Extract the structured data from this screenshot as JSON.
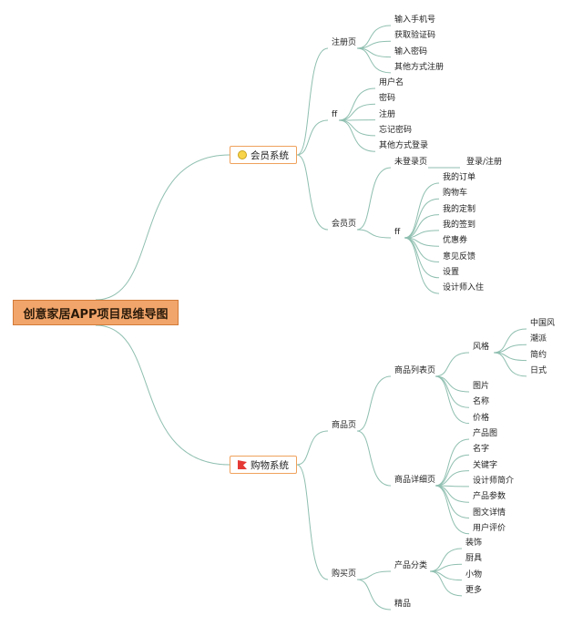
{
  "root": {
    "label": "创意家居APP项目思维导图"
  },
  "colors": {
    "root_fill": "#f2a56a",
    "topic_border": "#f0a15c",
    "connector": "#8fbfb0"
  },
  "topics": [
    {
      "label": "会员系统",
      "icon": "lightbulb-icon",
      "children": [
        {
          "label": "注册页",
          "children": [
            {
              "label": "输入手机号"
            },
            {
              "label": "获取验证码"
            },
            {
              "label": "输入密码"
            },
            {
              "label": "其他方式注册"
            }
          ]
        },
        {
          "label": "ff",
          "children": [
            {
              "label": "用户名"
            },
            {
              "label": "密码"
            },
            {
              "label": "注册"
            },
            {
              "label": "忘记密码"
            },
            {
              "label": "其他方式登录"
            }
          ]
        },
        {
          "label": "会员页",
          "children": [
            {
              "label": "未登录页",
              "children": [
                {
                  "label": "登录/注册"
                }
              ]
            },
            {
              "label": "ff",
              "children": [
                {
                  "label": "我的订单"
                },
                {
                  "label": "购物车"
                },
                {
                  "label": "我的定制"
                },
                {
                  "label": "我的签到"
                },
                {
                  "label": "优惠券"
                },
                {
                  "label": "意见反馈"
                },
                {
                  "label": "设置"
                },
                {
                  "label": "设计师入住"
                }
              ]
            }
          ]
        }
      ]
    },
    {
      "label": "购物系统",
      "icon": "red-flag-icon",
      "children": [
        {
          "label": "商品页",
          "children": [
            {
              "label": "商品列表页",
              "children": [
                {
                  "label": "风格",
                  "children": [
                    {
                      "label": "中国风"
                    },
                    {
                      "label": "潮派"
                    },
                    {
                      "label": "简约"
                    },
                    {
                      "label": "日式"
                    }
                  ]
                },
                {
                  "label": "图片"
                },
                {
                  "label": "名称"
                },
                {
                  "label": "价格"
                }
              ]
            },
            {
              "label": "商品详细页",
              "children": [
                {
                  "label": "产品图"
                },
                {
                  "label": "名字"
                },
                {
                  "label": "关键字"
                },
                {
                  "label": "设计师简介"
                },
                {
                  "label": "产品参数"
                },
                {
                  "label": "图文详情"
                },
                {
                  "label": "用户评价"
                }
              ]
            }
          ]
        },
        {
          "label": "购买页",
          "children": [
            {
              "label": "产品分类",
              "children": [
                {
                  "label": "装饰"
                },
                {
                  "label": "厨具"
                },
                {
                  "label": "小物"
                },
                {
                  "label": "更多"
                }
              ]
            },
            {
              "label": "精品"
            }
          ]
        }
      ]
    }
  ]
}
